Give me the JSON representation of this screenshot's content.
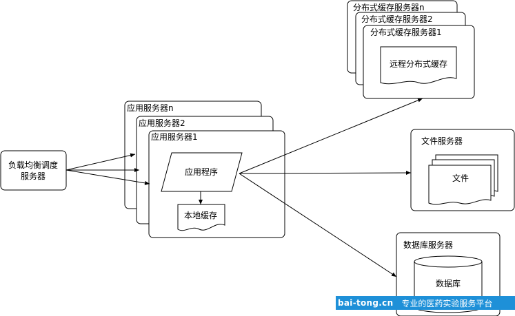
{
  "load_balancer": {
    "line1": "负载均衡调度",
    "line2": "服务器"
  },
  "app_servers": {
    "label_n": "应用服务器n",
    "label_2": "应用服务器2",
    "label_1": "应用服务器1"
  },
  "app_program": "应用程序",
  "local_cache": "本地缓存",
  "dist_cache_servers": {
    "label_n": "分布式缓存服务器n",
    "label_2": "分布式缓存服务器2",
    "label_1": "分布式缓存服务器1"
  },
  "remote_cache": "远程分布式缓存",
  "file_server": {
    "title": "文件服务器",
    "doc": "文件"
  },
  "db_server": {
    "title": "数据库服务器",
    "db": "数据库"
  },
  "watermark": {
    "site": "bai-tong.cn",
    "text": "专业的医药实验服务平台"
  }
}
